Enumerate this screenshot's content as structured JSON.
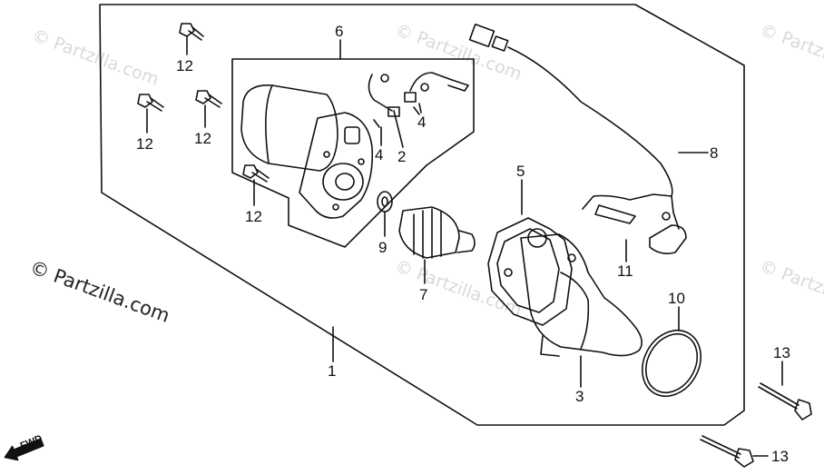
{
  "watermark": {
    "main": "© Partzilla.com",
    "faint": "© Partzilla.com"
  },
  "direction_label": "FWD",
  "callouts": [
    {
      "id": "c1",
      "label": "1"
    },
    {
      "id": "c2",
      "label": "2"
    },
    {
      "id": "c3",
      "label": "3"
    },
    {
      "id": "c4a",
      "label": "4"
    },
    {
      "id": "c4b",
      "label": "4"
    },
    {
      "id": "c5",
      "label": "5"
    },
    {
      "id": "c6",
      "label": "6"
    },
    {
      "id": "c7",
      "label": "7"
    },
    {
      "id": "c8",
      "label": "8"
    },
    {
      "id": "c9",
      "label": "9"
    },
    {
      "id": "c10",
      "label": "10"
    },
    {
      "id": "c11",
      "label": "11"
    },
    {
      "id": "c12a",
      "label": "12"
    },
    {
      "id": "c12b",
      "label": "12"
    },
    {
      "id": "c12c",
      "label": "12"
    },
    {
      "id": "c12d",
      "label": "12"
    },
    {
      "id": "c13a",
      "label": "13"
    },
    {
      "id": "c13b",
      "label": "13"
    }
  ]
}
